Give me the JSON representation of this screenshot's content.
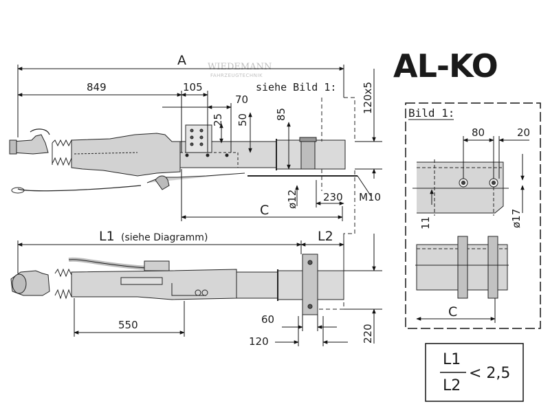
{
  "brand": {
    "logo_text": "AL-KO",
    "logo_color": "#e2231a"
  },
  "watermark": {
    "line1": "WIEDEMANN",
    "line2": "FAHRZEUGTECHNIK"
  },
  "top_view": {
    "dim_A": "A",
    "dim_849": "849",
    "dim_105": "105",
    "dim_70": "70",
    "dim_25": "25",
    "dim_50": "50",
    "dim_85": "85",
    "dim_120x5": "120x5",
    "dim_phi12": "ø12",
    "dim_230": "230",
    "dim_M10": "M10",
    "dim_C": "C",
    "see_picture_label": "siehe Bild 1:"
  },
  "bottom_view": {
    "dim_L1": "L1",
    "dim_L1_note": "(siehe Diagramm)",
    "dim_L2": "L2",
    "dim_550": "550",
    "dim_60": "60",
    "dim_120": "120",
    "dim_220": "220"
  },
  "detail": {
    "title": "Bild 1:",
    "dim_80": "80",
    "dim_20": "20",
    "dim_11": "11",
    "dim_phi17": "ø17",
    "dim_C": "C"
  },
  "ratio": {
    "numerator": "L1",
    "denominator": "L2",
    "relation": "< 2,5"
  }
}
